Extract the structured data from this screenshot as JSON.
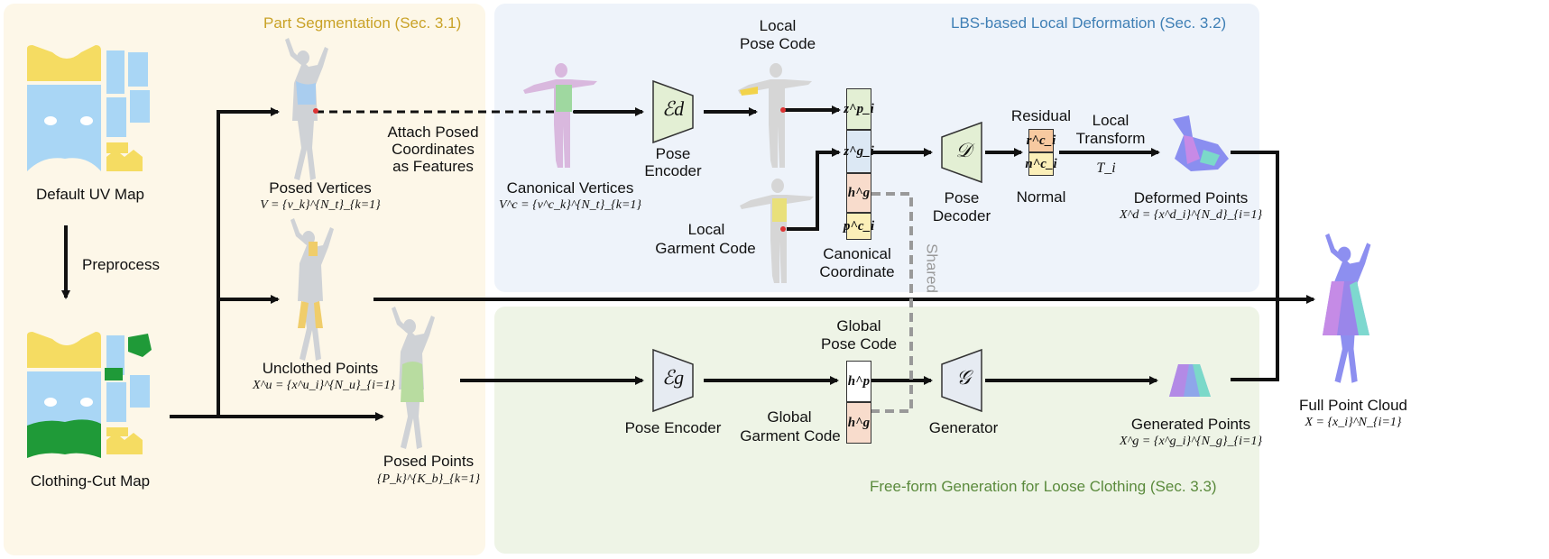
{
  "sections": {
    "part_segmentation": "Part Segmentation (Sec. 3.1)",
    "lbs": "LBS-based Local Deformation (Sec. 3.2)",
    "freeform": "Free-form Generation for Loose Clothing (Sec. 3.3)"
  },
  "labels": {
    "default_uv": "Default UV Map",
    "preprocess": "Preprocess",
    "clothing_cut": "Clothing-Cut Map",
    "posed_vertices": "Posed Vertices",
    "posed_vertices_math": "V = {v_k}^{N_t}_{k=1}",
    "attach_1": "Attach Posed",
    "attach_2": "Coordinates",
    "attach_3": "as Features",
    "canonical_vertices": "Canonical Vertices",
    "canonical_vertices_math": "V^c = {v^c_k}^{N_t}_{k=1}",
    "unclothed_points": "Unclothed Points",
    "unclothed_points_math": "X^u = {x^u_i}^{N_u}_{i=1}",
    "posed_points": "Posed Points",
    "posed_points_math": "{P_k}^{K_b}_{k=1}",
    "pose_encoder_d": "Pose",
    "pose_encoder_d2": "Encoder",
    "local_pose_code_1": "Local",
    "local_pose_code_2": "Pose Code",
    "local_garment_code_1": "Local",
    "local_garment_code_2": "Garment Code",
    "canonical_coord_1": "Canonical",
    "canonical_coord_2": "Coordinate",
    "pose_decoder_1": "Pose",
    "pose_decoder_2": "Decoder",
    "residual": "Residual",
    "normal": "Normal",
    "local_transform_1": "Local",
    "local_transform_2": "Transform",
    "transform_symbol": "T_i",
    "deformed_points": "Deformed Points",
    "deformed_points_math": "X^d = {x^d_i}^{N_d}_{i=1}",
    "shared": "Shared",
    "pose_encoder_g": "Pose Encoder",
    "global_pose_code_1": "Global",
    "global_pose_code_2": "Pose Code",
    "global_garment_code_1": "Global",
    "global_garment_code_2": "Garment Code",
    "generator": "Generator",
    "generated_points": "Generated Points",
    "generated_points_math": "X^g = {x^g_i}^{N_g}_{i=1}",
    "full_point_cloud": "Full Point Cloud",
    "full_point_cloud_math": "X = {x_i}^N_{i=1}"
  },
  "symbols": {
    "enc_d": "ℰd",
    "enc_g": "ℰg",
    "decoder": "𝒟",
    "generator": "𝒢"
  },
  "cells": {
    "zp": "z^p_i",
    "zg": "z^g_i",
    "hg": "h^g",
    "pc": "p^c_i",
    "rc": "r^c_i",
    "nc": "n^c_i",
    "hp2": "h^p",
    "hg2": "h^g"
  },
  "colors": {
    "seg_panel": "#fdf7e8",
    "lbs_panel": "#eef3fa",
    "free_panel": "#eef4e6",
    "seg_title": "#c9a227",
    "lbs_title": "#3f7fb5",
    "free_title": "#5a8a3c",
    "uv_yellow": "#f5dc62",
    "uv_blue": "#a9d6f5",
    "uv_green": "#1f9a38",
    "cell_green": "#e3efd4",
    "cell_blue": "#dce8f4",
    "cell_pink": "#f8dccc",
    "cell_yellow": "#fbefb8",
    "cell_orange": "#f7c9a0"
  }
}
